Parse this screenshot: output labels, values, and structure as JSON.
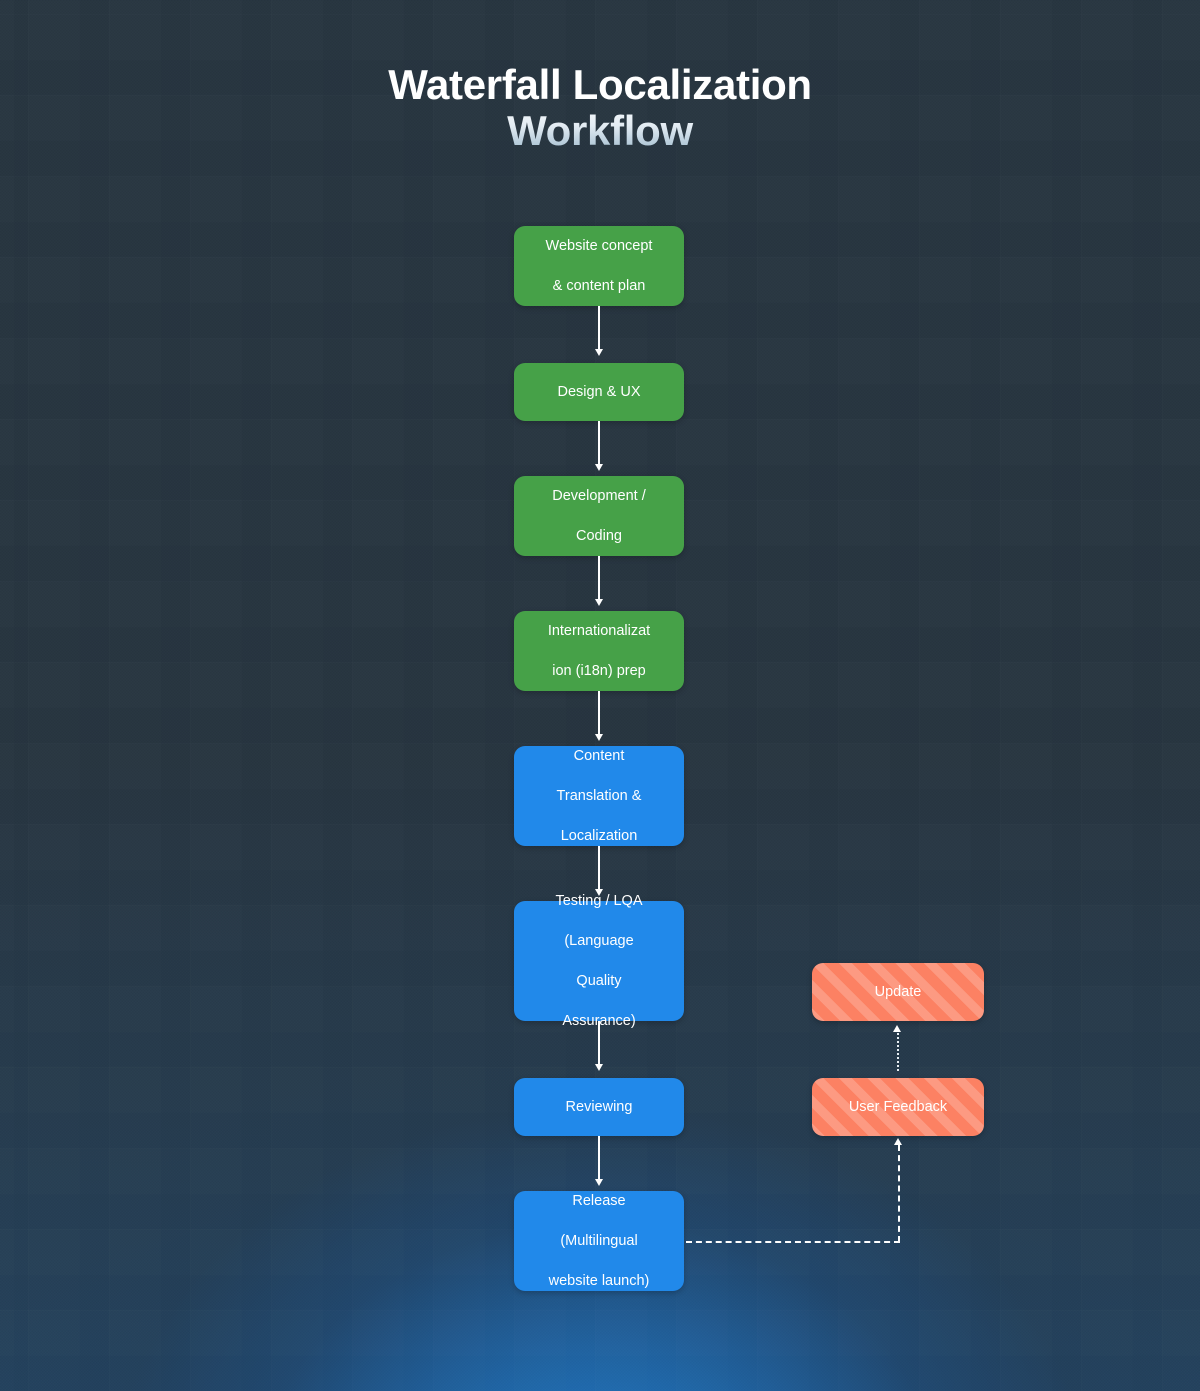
{
  "title": {
    "line1": "Waterfall Localization",
    "line2": "Workflow"
  },
  "colors": {
    "background": "#26343f",
    "phase_green": "#46a148",
    "phase_blue": "#2189ea",
    "feedback_orange": "#fc8163",
    "connector": "#ffffff",
    "glow_blue": "#2182d6"
  },
  "nodes": {
    "concept": {
      "label": "Website concept\n& content plan",
      "line1": "Website concept",
      "line2": "& content plan",
      "line3": "",
      "type": "green"
    },
    "design": {
      "label": "Design & UX",
      "line1": "Design & UX",
      "line2": "",
      "line3": "",
      "type": "green"
    },
    "development": {
      "label": "Development /\nCoding",
      "line1": "Development /",
      "line2": "Coding",
      "line3": "",
      "type": "green"
    },
    "i18n": {
      "label": "Internationalizat\nion (i18n) prep",
      "line1": "Internationalizat",
      "line2": "ion (i18n) prep",
      "line3": "",
      "type": "green"
    },
    "translation": {
      "label": "Content\nTranslation &\nLocalization",
      "line1": "Content",
      "line2": "Translation &",
      "line3": "Localization",
      "type": "blue"
    },
    "testing": {
      "label": "Testing / LQA\n(Language\nQuality\nAssurance)",
      "line1": "Testing / LQA",
      "line2": "(Language",
      "line3": "Quality",
      "line4": "Assurance)",
      "type": "blue"
    },
    "reviewing": {
      "label": "Reviewing",
      "line1": "Reviewing",
      "line2": "",
      "line3": "",
      "type": "blue"
    },
    "release": {
      "label": "Release\n(Multilingual\nwebsite launch)",
      "line1": "Release",
      "line2": "(Multilingual",
      "line3": "website launch)",
      "type": "blue"
    },
    "update": {
      "label": "Update",
      "line1": "Update",
      "line2": "",
      "line3": "",
      "type": "orange"
    },
    "feedback": {
      "label": "User Feedback",
      "line1": "User Feedback",
      "line2": "",
      "line3": "",
      "type": "orange"
    }
  },
  "edges": [
    {
      "from": "concept",
      "to": "design",
      "style": "solid"
    },
    {
      "from": "design",
      "to": "development",
      "style": "solid"
    },
    {
      "from": "development",
      "to": "i18n",
      "style": "solid"
    },
    {
      "from": "i18n",
      "to": "translation",
      "style": "solid"
    },
    {
      "from": "translation",
      "to": "testing",
      "style": "solid"
    },
    {
      "from": "testing",
      "to": "reviewing",
      "style": "solid"
    },
    {
      "from": "reviewing",
      "to": "release",
      "style": "solid"
    },
    {
      "from": "release",
      "to": "feedback",
      "style": "dashed"
    },
    {
      "from": "feedback",
      "to": "update",
      "style": "dotted"
    }
  ]
}
